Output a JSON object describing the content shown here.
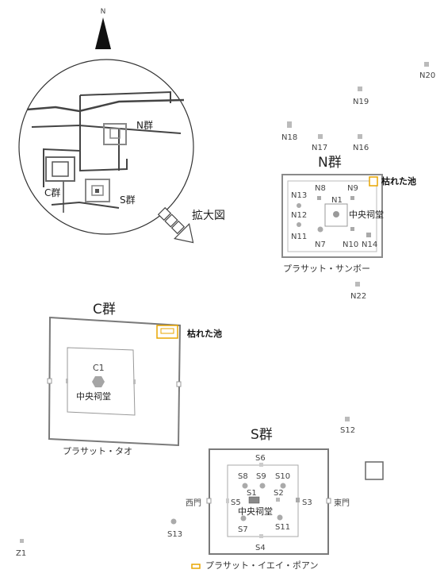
{
  "north": {
    "label": "N"
  },
  "legend": {
    "n_group": "N群",
    "c_group": "C群",
    "s_group": "S群",
    "enlarged": "拡大図"
  },
  "n_group": {
    "title": "N群",
    "site_name": "プラサット・サンボー",
    "pond": "枯れた池",
    "central": "中央祠堂",
    "labels": [
      "N1",
      "N8",
      "N9",
      "N10",
      "N11",
      "N12",
      "N13",
      "N14",
      "N16",
      "N17",
      "N18",
      "N19",
      "N20",
      "N22",
      "N7"
    ]
  },
  "c_group": {
    "title": "C群",
    "site_name": "プラサット・タオ",
    "pond": "枯れた池",
    "central_id": "C1",
    "central": "中央祠堂"
  },
  "s_group": {
    "title": "S群",
    "site_name": "プラサット・イエイ・ポアン",
    "central": "中央祠堂",
    "west_gate": "西門",
    "east_gate": "東門",
    "labels": [
      "S1",
      "S2",
      "S3",
      "S4",
      "S5",
      "S6",
      "S7",
      "S8",
      "S9",
      "S10",
      "S11",
      "S12",
      "S13",
      "Z1"
    ]
  },
  "colors": {
    "line": "#7a7a7a",
    "dot": "#a9a9a9",
    "pond": "#e8a500",
    "dark": "#222222"
  }
}
